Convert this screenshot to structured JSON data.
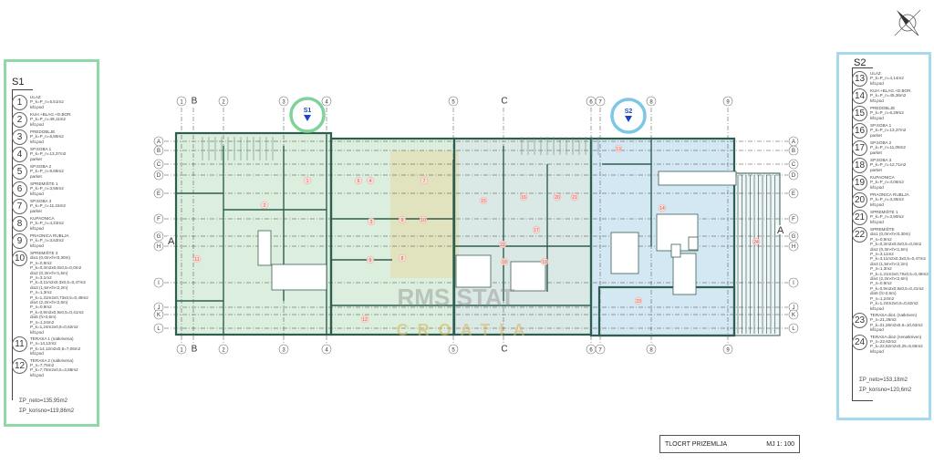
{
  "legend_s1": {
    "title": "S1",
    "items": [
      {
        "num": "1",
        "lines": [
          "ULAZ",
          "P_k=P_n=5,51m2",
          "kšt.pod"
        ]
      },
      {
        "num": "2",
        "lines": [
          "KUH.+BLAG.+D.BOR.",
          "P_k=P_n=49,11m2",
          "kšt.pod"
        ]
      },
      {
        "num": "3",
        "lines": [
          "PREDOBLJE",
          "P_k=P_n=6,85m2",
          "kšt.pod"
        ]
      },
      {
        "num": "4",
        "lines": [
          "SP.SOBA 1",
          "P_k=P_n=13,37m2",
          "parket"
        ]
      },
      {
        "num": "5",
        "lines": [
          "SP.SOBA 2",
          "P_k=P_n=9,86m2",
          "parket"
        ]
      },
      {
        "num": "6",
        "lines": [
          "SPREMIŠTE 1",
          "P_k=P_n=3,56m2",
          "kšt.pod"
        ]
      },
      {
        "num": "7",
        "lines": [
          "SP.SOBA 3",
          "P_k=P_n=11,15m2",
          "parket"
        ]
      },
      {
        "num": "8",
        "lines": [
          "KUPAONICA",
          "P_k=P_n=4,23m2",
          "kšt.pod"
        ]
      },
      {
        "num": "9",
        "lines": [
          "PRAONICA RUBLJA",
          "P_k=P_n=3,53m2",
          "kšt.pod"
        ]
      },
      {
        "num": "10",
        "lines": [
          "SPREMIŠTE 2",
          "dio1 (0,0m<h<0,30m)",
          "P_n=0,9m2",
          "P_k=0,3m2x0,0x0,5=0,0m2",
          "dio2 (0,3m<h<1,5m)",
          "P_n=3,1m2",
          "P_k=3,11m2x0,3x0,5=0,47m2",
          "dio3 (1,5m<h<2,2m)",
          "P_n=1,3m2",
          "P_k=1,31m2x0,73x0,5=0,49m2",
          "dio4 (2,2m<h<2,6m)",
          "P_n=0,9m2",
          "P_k=0,9m2x0,9x0,5=0,41m2",
          "dio5 (h>2,6m)",
          "P_n=1,24m2",
          "P_k=1,24m2x0,5=0,62m2",
          "kšt.pod"
        ]
      },
      {
        "num": "11",
        "lines": [
          "TERASA 1 (natkrivena)",
          "P_n=14,12m2",
          "P_k=14,12m2x0,5=7,06m2",
          "kšt.pod"
        ]
      },
      {
        "num": "12",
        "lines": [
          "TERASA 2 (natkrivena)",
          "P_n=7,75m2",
          "P_k=7,75m2x0,5=3,88m2",
          "kšt.pod"
        ]
      }
    ],
    "total_net": "ΣP_neto=135,95m2",
    "total_calc": "ΣP_korisno=119,86m2"
  },
  "legend_s2": {
    "title": "S2",
    "items": [
      {
        "num": "13",
        "lines": [
          "ULAZ",
          "P_k=P_n=4,14m2",
          "kšt.pod"
        ]
      },
      {
        "num": "14",
        "lines": [
          "KUH.+BLAG.+D.BOR.",
          "P_k=P_n=45,36m2",
          "kšt.pod"
        ]
      },
      {
        "num": "15",
        "lines": [
          "PREDOBLJE",
          "P_k=P_n=6,29m2",
          "kšt.pod"
        ]
      },
      {
        "num": "16",
        "lines": [
          "SP.SOBA 1",
          "P_k=P_n=13,37m2",
          "parket"
        ]
      },
      {
        "num": "17",
        "lines": [
          "SP.SOBA 2",
          "P_k=P_n=11,08m2",
          "parket"
        ]
      },
      {
        "num": "18",
        "lines": [
          "SP.SOBA 3",
          "P_k=P_n=12,71m2",
          "parket"
        ]
      },
      {
        "num": "19",
        "lines": [
          "KUPAONICA",
          "P_k=P_n=4,06m2",
          "kšt.pod"
        ]
      },
      {
        "num": "20",
        "lines": [
          "PRAONICA RUBLJA",
          "P_k=P_n=3,36m2",
          "kšt.pod"
        ]
      },
      {
        "num": "21",
        "lines": [
          "SPREMIŠTE 1",
          "P_k=P_n=3,90m2",
          "kšt.pod"
        ]
      },
      {
        "num": "22",
        "lines": [
          "SPREMIŠTE",
          "dio1 (0,0m<h<0,30m)",
          "P_n=0,9m2",
          "P_k=0,3m2x0,0x0,5=0,0m2",
          "dio2 (0,3m<h<1,5m)",
          "P_n=3,11m2",
          "P_k=3,11m2x0,3x0,5=0,47m2",
          "dio3 (1,5m<h<2,2m)",
          "P_n=1,3m2",
          "P_k=1,31m2x0,75x0,5=0,49m2",
          "dio4 (2,2m<h<2,6m)",
          "P_n=0,9m2",
          "P_k=0,9m2x0,9x0,5=0,41m2",
          "dio5 (h>2,6m)",
          "P_n=1,24m2",
          "P_k=1,24m2x0,5=0,62m2",
          "kšt.pod"
        ]
      },
      {
        "num": "23",
        "lines": [
          "TERASA dio1 (natkriven)",
          "P_n=21,26m2",
          "P_k=21,26m2x0,5=10,63m2",
          "kšt.pod"
        ]
      },
      {
        "num": "24",
        "lines": [
          "TERASA dio2 (nenatkriven)",
          "P_n=22,62m2",
          "P_k=22,62m2x0,25=5,65m2",
          "kšt.pod"
        ]
      }
    ],
    "total_net": "ΣP_neto=153,18m2",
    "total_calc": "ΣP_korisno=120,6m2"
  },
  "plan": {
    "columns": [
      "1",
      "B",
      "2",
      "3",
      "4",
      "5",
      "C",
      "6",
      "7",
      "8",
      "9"
    ],
    "rows": [
      "A",
      "B",
      "C",
      "D",
      "E",
      "F",
      "G",
      "H",
      "I",
      "J",
      "K",
      "L"
    ],
    "section_mark": "A",
    "unit_markers": [
      {
        "label": "S1",
        "color": "#7fd39a"
      },
      {
        "label": "S2",
        "color": "#7cc7e6"
      }
    ],
    "rooms": [
      "1",
      "2",
      "3",
      "4",
      "5",
      "6",
      "7",
      "8",
      "9",
      "10",
      "11",
      "12",
      "13",
      "14",
      "15",
      "16",
      "17",
      "18",
      "19",
      "20",
      "21",
      "22",
      "23",
      "24"
    ],
    "watermark_line1": "RMS STAT",
    "watermark_line2": "CROATIA",
    "colors": {
      "unit1_fill": "#dcefdf",
      "unit2_fill": "#d3e8f3",
      "wall": "#2f5e4f",
      "room_label": "#e0524a",
      "marker_arrow": "#1a44c8"
    }
  },
  "title_block": {
    "title": "TLOCRT PRIZEMLJA",
    "scale": "MJ 1: 100"
  }
}
